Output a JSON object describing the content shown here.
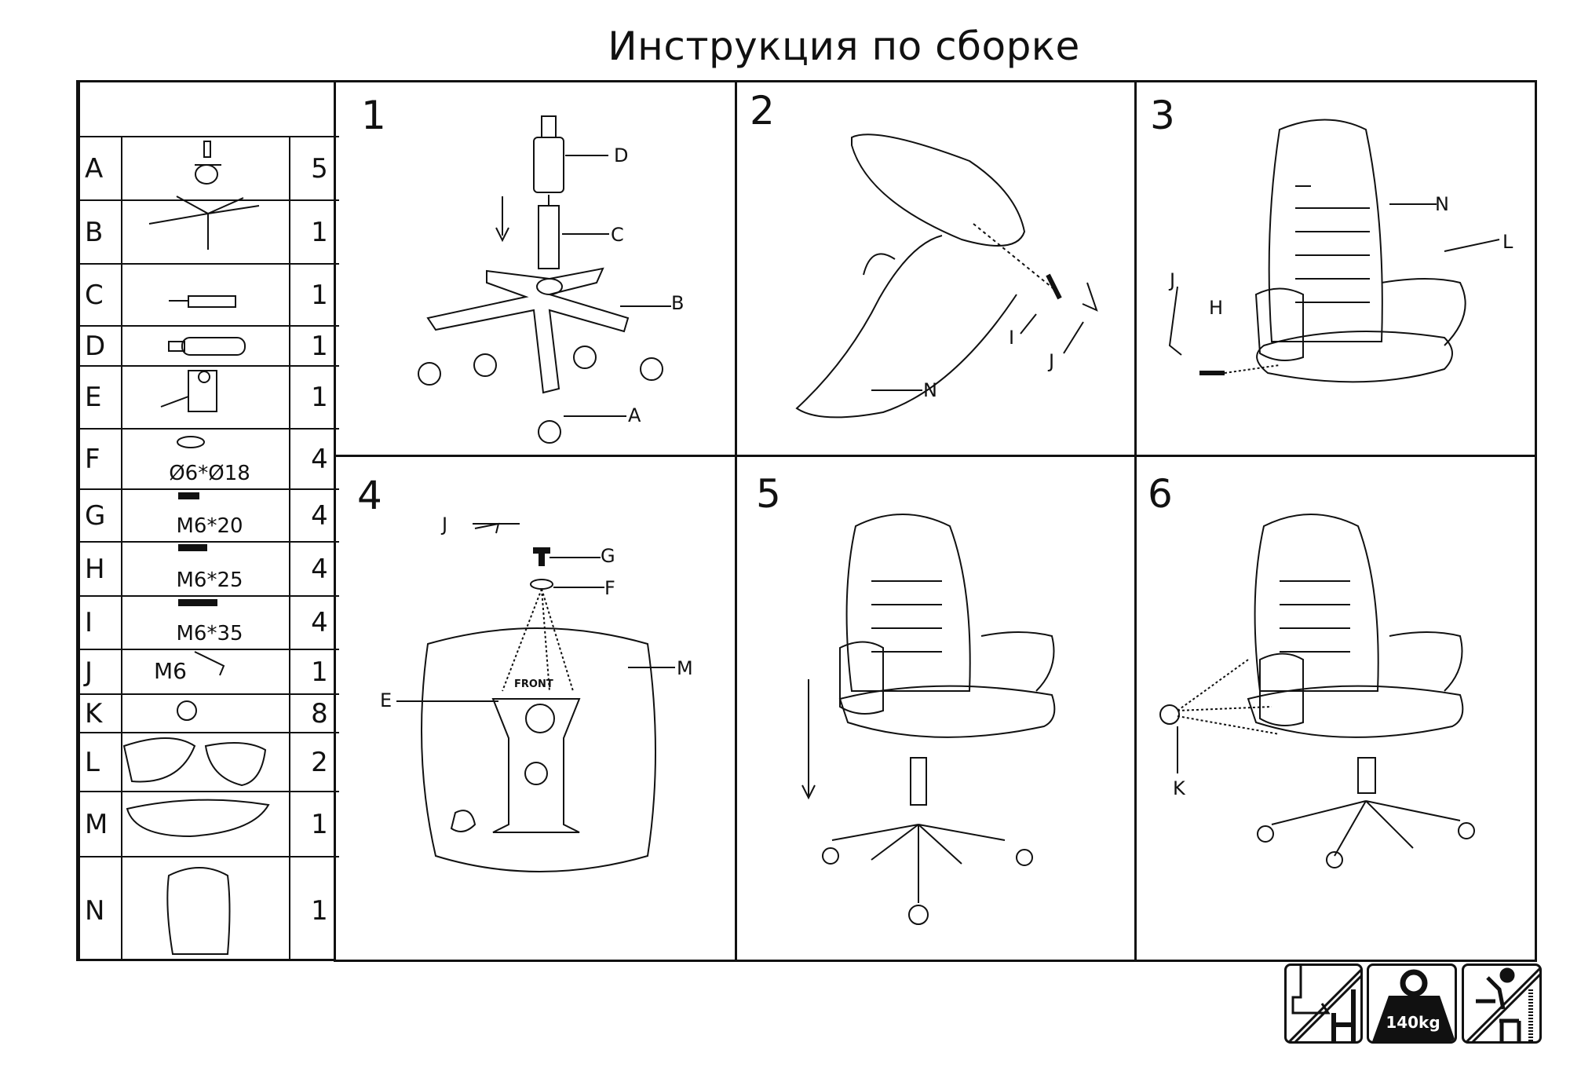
{
  "title": "Инструкция по сборке",
  "parts": [
    {
      "letter": "A",
      "spec": "",
      "qty": "5"
    },
    {
      "letter": "B",
      "spec": "",
      "qty": "1"
    },
    {
      "letter": "C",
      "spec": "",
      "qty": "1"
    },
    {
      "letter": "D",
      "spec": "",
      "qty": "1"
    },
    {
      "letter": "E",
      "spec": "",
      "qty": "1"
    },
    {
      "letter": "F",
      "spec": "Ø6*Ø18",
      "qty": "4"
    },
    {
      "letter": "G",
      "spec": "M6*20",
      "qty": "4"
    },
    {
      "letter": "H",
      "spec": "M6*25",
      "qty": "4"
    },
    {
      "letter": "I",
      "spec": "M6*35",
      "qty": "4"
    },
    {
      "letter": "J",
      "spec": "M6",
      "qty": "1"
    },
    {
      "letter": "K",
      "spec": "",
      "qty": "8"
    },
    {
      "letter": "L",
      "spec": "",
      "qty": "2"
    },
    {
      "letter": "M",
      "spec": "",
      "qty": "1"
    },
    {
      "letter": "N",
      "spec": "",
      "qty": "1"
    }
  ],
  "steps": [
    {
      "number": "1",
      "labels": [
        "D",
        "C",
        "B",
        "A"
      ]
    },
    {
      "number": "2",
      "labels": [
        "I",
        "J",
        "N"
      ]
    },
    {
      "number": "3",
      "labels": [
        "N",
        "L",
        "J",
        "H"
      ]
    },
    {
      "number": "4",
      "labels": [
        "J",
        "G",
        "F",
        "M",
        "E"
      ],
      "front": "FRONT"
    },
    {
      "number": "5",
      "labels": []
    },
    {
      "number": "6",
      "labels": [
        "K"
      ]
    }
  ],
  "warnings": {
    "no_standing": "no-standing-icon",
    "max_load": "140kg",
    "no_leaning": "no-rocking-icon"
  }
}
